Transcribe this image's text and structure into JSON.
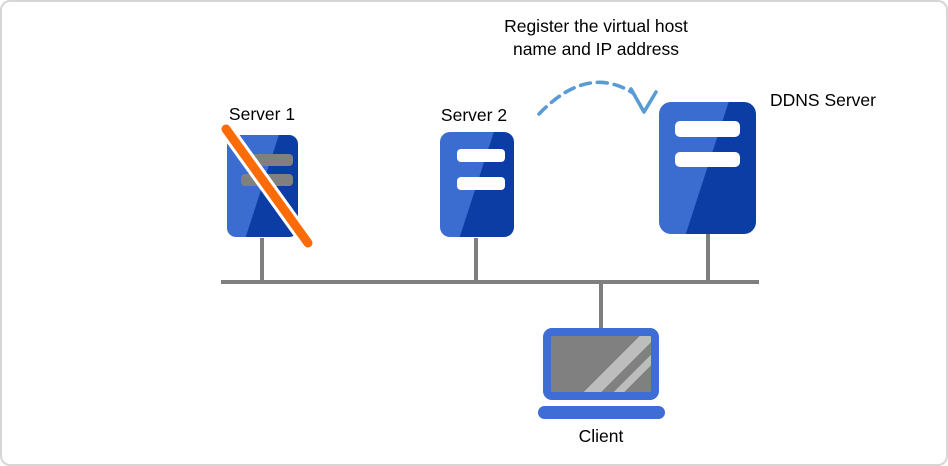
{
  "annotation": {
    "line1": "Register the virtual host",
    "line2": "name and IP address"
  },
  "nodes": {
    "server1": {
      "label": "Server 1",
      "status": "down",
      "icon": "server-icon-crossed-out"
    },
    "server2": {
      "label": "Server 2",
      "status": "up",
      "icon": "server-icon"
    },
    "ddns_server": {
      "label": "DDNS Server",
      "status": "up",
      "icon": "server-icon"
    },
    "client": {
      "label": "Client",
      "icon": "laptop-icon"
    }
  },
  "connections": {
    "network_bus": "horizontal bus linking Server 1, Server 2, DDNS Server and Client",
    "register_arrow": "dashed arc from Server 2 to DDNS Server"
  },
  "colors": {
    "server_light_blue": "#3b6ccf",
    "server_dark_blue": "#0b3da4",
    "laptop_blue": "#3e6dd6",
    "down_slash_orange": "#fb6c09",
    "inactive_gray": "#808080",
    "network_line_gray": "#7f7f7f",
    "arrow_blue": "#5b9bd5",
    "canvas_border_gray": "#d6d6d6"
  }
}
